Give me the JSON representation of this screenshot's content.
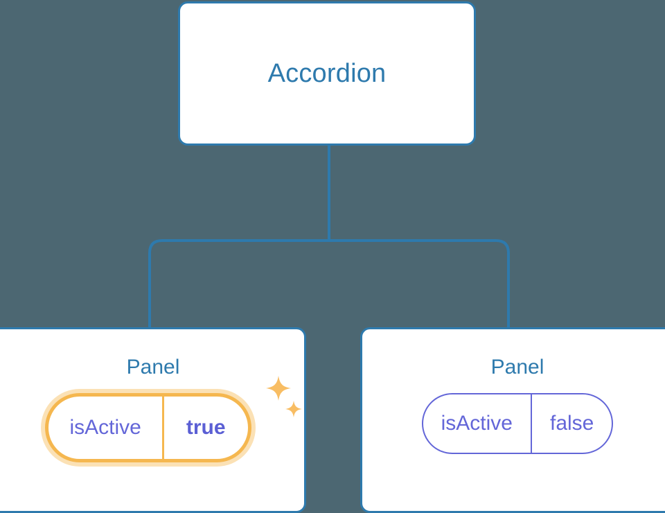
{
  "diagram": {
    "type": "component-tree",
    "background_color": "#4c6772",
    "node_border_color": "#2e7aad",
    "node_text_color": "#2e7aad",
    "prop_text_color": "#6366d8",
    "highlight_color": "#f5b74f",
    "highlight_glow_color": "#fbe1b5",
    "root": {
      "label": "Accordion"
    },
    "children": [
      {
        "label": "Panel",
        "highlighted": true,
        "prop": {
          "key": "isActive",
          "value": "true"
        },
        "sparkle_icons": [
          "sparkle-large-icon",
          "sparkle-small-icon"
        ]
      },
      {
        "label": "Panel",
        "highlighted": false,
        "prop": {
          "key": "isActive",
          "value": "false"
        }
      }
    ]
  }
}
